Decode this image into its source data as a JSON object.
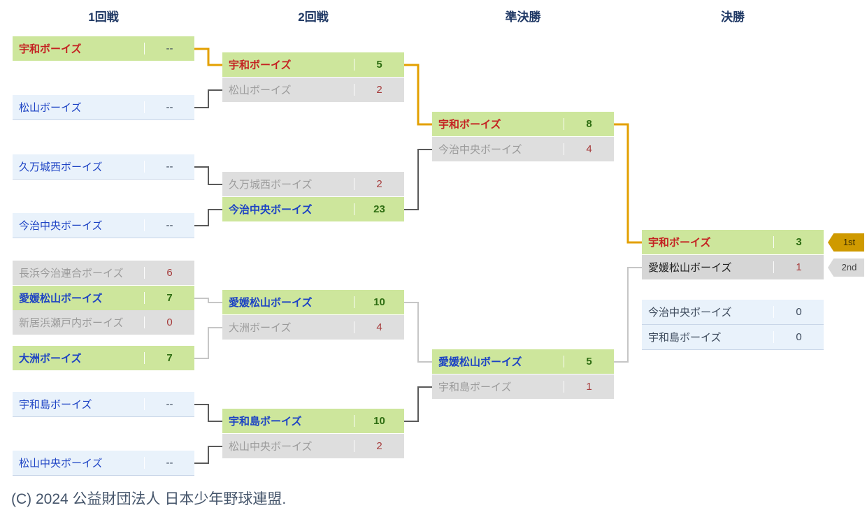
{
  "headers": [
    "1回戦",
    "2回戦",
    "準決勝",
    "決勝"
  ],
  "rounds": {
    "r1": [
      {
        "name": "宇和ボーイズ",
        "score": "--"
      },
      {
        "name": "松山ボーイズ",
        "score": "--"
      },
      {
        "name": "久万城西ボーイズ",
        "score": "--"
      },
      {
        "name": "今治中央ボーイズ",
        "score": "--"
      },
      {
        "name": "長浜今治連合ボーイズ",
        "score": "6"
      },
      {
        "name": "愛媛松山ボーイズ",
        "score": "7"
      },
      {
        "name": "新居浜瀬戸内ボーイズ",
        "score": "0"
      },
      {
        "name": "大洲ボーイズ",
        "score": "7"
      },
      {
        "name": "宇和島ボーイズ",
        "score": "--"
      },
      {
        "name": "松山中央ボーイズ",
        "score": "--"
      }
    ],
    "r2": [
      {
        "name": "宇和ボーイズ",
        "score": "5"
      },
      {
        "name": "松山ボーイズ",
        "score": "2"
      },
      {
        "name": "久万城西ボーイズ",
        "score": "2"
      },
      {
        "name": "今治中央ボーイズ",
        "score": "23"
      },
      {
        "name": "愛媛松山ボーイズ",
        "score": "10"
      },
      {
        "name": "大洲ボーイズ",
        "score": "4"
      },
      {
        "name": "宇和島ボーイズ",
        "score": "10"
      },
      {
        "name": "松山中央ボーイズ",
        "score": "2"
      }
    ],
    "semifinal": [
      {
        "name": "宇和ボーイズ",
        "score": "8"
      },
      {
        "name": "今治中央ボーイズ",
        "score": "4"
      },
      {
        "name": "愛媛松山ボーイズ",
        "score": "5"
      },
      {
        "name": "宇和島ボーイズ",
        "score": "1"
      }
    ],
    "final": [
      {
        "name": "宇和ボーイズ",
        "score": "3"
      },
      {
        "name": "愛媛松山ボーイズ",
        "score": "1"
      }
    ],
    "third_place": [
      {
        "name": "今治中央ボーイズ",
        "score": "0"
      },
      {
        "name": "宇和島ボーイズ",
        "score": "0"
      }
    ]
  },
  "badges": {
    "first": "1st",
    "second": "2nd"
  },
  "footer": {
    "copyright": "(C) 2024 公益財団法人 日本少年野球連盟."
  },
  "colors": {
    "winner_bg": "#cde69c",
    "loser_bg": "#dedede",
    "pending_bg": "#e9f2fb",
    "winner_name_red": "#c42222",
    "winner_name_blue": "#1d43c4",
    "winner_score_green": "#2e6d12",
    "loser_score_red": "#a63c3c",
    "champion_path": "#e3a000",
    "first_badge_bg": "#cf9a00",
    "second_badge_bg": "#d9d9d9"
  }
}
